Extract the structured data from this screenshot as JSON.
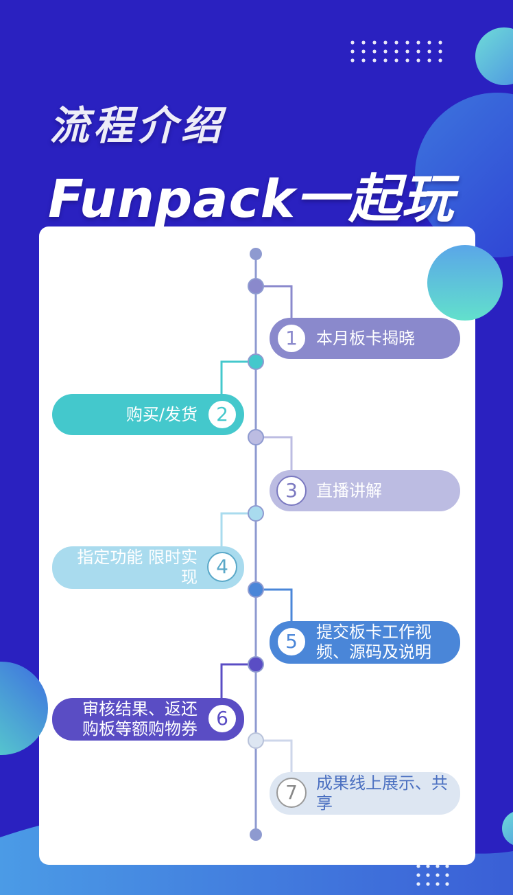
{
  "header": {
    "title": "流程介绍",
    "subtitle": "Funpack一起玩"
  },
  "colors": {
    "background": "#2a21c0",
    "card": "#ffffff",
    "spine": "#8e9ad0"
  },
  "steps": [
    {
      "number": "1",
      "label": "本月板卡揭晓",
      "side": "right",
      "color": "#8a89cc"
    },
    {
      "number": "2",
      "label": "购买/发货",
      "side": "left",
      "color": "#44c8cc"
    },
    {
      "number": "3",
      "label": "直播讲解",
      "side": "right",
      "color": "#bcbce2"
    },
    {
      "number": "4",
      "label": "指定功能 限时实现",
      "side": "left",
      "color": "#a9dbee"
    },
    {
      "number": "5",
      "label": "提交板卡工作视频、源码及说明",
      "side": "right",
      "color": "#4a86d8"
    },
    {
      "number": "6",
      "label": "审核结果、返还购板等额购物券",
      "side": "left",
      "color": "#5a4dc4"
    },
    {
      "number": "7",
      "label": "成果线上展示、共享",
      "side": "right",
      "color": "#dde6f2"
    }
  ]
}
